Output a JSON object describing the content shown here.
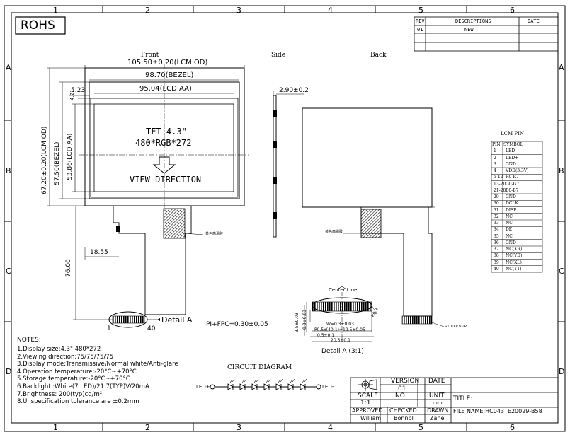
{
  "frame": {
    "col_numbers": [
      "1",
      "2",
      "3",
      "4",
      "5",
      "6"
    ],
    "row_letters": [
      "A",
      "B",
      "C",
      "D"
    ]
  },
  "rohs": "ROHS",
  "revision": {
    "headers": [
      "REV",
      "DESCRIPTIONS",
      "DATE"
    ],
    "rows": [
      [
        "01",
        "NEW",
        ""
      ]
    ]
  },
  "views": {
    "front": "Front",
    "side": "Side",
    "back": "Back"
  },
  "dims": {
    "lcm_od_w": "105.50±0.20(LCM OD)",
    "bezel_w": "98.70(BEZEL)",
    "lcd_aa_w": "95.04(LCD AA)",
    "left_off": "5.23",
    "top_off": "4.21",
    "lcm_od_h": "67.20±0.20(LCM OD)",
    "bezel_h": "57.50(BEZEL)",
    "lcd_aa_h": "53.86(LCD AA)",
    "fpc_off": "18.55",
    "total_len": "76.00",
    "thickness": "2.90±0.2",
    "pi_fpc": "PI+FPC=0.30±0.05",
    "pin_1": "1",
    "pin_40": "40",
    "detail_a": "Detail A"
  },
  "panel": {
    "line1": "TFT 4.3\"",
    "line2": "480*RGB*272",
    "view_dir": "VIEW DIRECTION"
  },
  "detail": {
    "center_line": "Center Line",
    "w": "W=0.3±0.03",
    "pitch": "P0.5x(40-1)=19.5±0.05",
    "p05": "0.5±0.1",
    "len": "20.5±0.1",
    "h1": "3.5±0.03",
    "h2": "0.3±0.03",
    "r": "R0.2",
    "title": "Detail A (3:1)",
    "stiffener": "STIFFENER",
    "adhesive_front": "黄色高温胶",
    "adhesive_back": "黄色高温胶"
  },
  "pin_table": {
    "title": "LCM PIN",
    "headers": [
      "PIN",
      "SYMBOL"
    ],
    "rows": [
      [
        "1",
        "LED-"
      ],
      [
        "2",
        "LED+"
      ],
      [
        "3",
        "GND"
      ],
      [
        "4",
        "VDD(3.3V)"
      ],
      [
        "5-12",
        "R0-R7"
      ],
      [
        "13-20",
        "G0-G7"
      ],
      [
        "21-28",
        "B0-B7"
      ],
      [
        "29",
        "GND"
      ],
      [
        "30",
        "DCLK"
      ],
      [
        "31",
        "DISP"
      ],
      [
        "32",
        "NC"
      ],
      [
        "33",
        "NC"
      ],
      [
        "34",
        "DE"
      ],
      [
        "35",
        "NC"
      ],
      [
        "36",
        "GND"
      ],
      [
        "37",
        "NC(XR)"
      ],
      [
        "38",
        "NC(YD)"
      ],
      [
        "39",
        "NC(XL)"
      ],
      [
        "40",
        "NC(YT)"
      ]
    ]
  },
  "notes": {
    "title": "NOTES:",
    "items": [
      "1.Display size:4.3\" 480*272",
      "2.Viewing direction:75/75/75/75",
      "3.Display mode:Transmissive/Normal white/Anti-glare",
      "4.Operation temperature:-20°C~+70°C",
      "5.Storage temperature:-20°C~+70°C",
      "6.Backlight :White(7 LED)/21.7(TYP)V/20mA",
      "7.Brightness: 200(typ)cd/m²",
      "8.Unspecification tolerance are ±0.2mm"
    ]
  },
  "circuit": {
    "title": "CIRCUIT DIAGRAM",
    "led_plus": "LED+",
    "led_minus": "LED-"
  },
  "title_block": {
    "version_label": "VERSION",
    "version": "01",
    "date_label": "DATE",
    "scale_label": "SCALE",
    "scale": "1:1",
    "no_label": "NO.",
    "unit_label": "UNIT",
    "unit": "mm",
    "title_label": "TITLE:",
    "approved_label": "APPROVED",
    "checked_label": "CHECKED",
    "drawn_label": "DRAWN",
    "approved": "William",
    "checked": "Bonnbl",
    "drawn": "Zane",
    "file_name": "FILE NAME:HC043TE20029-B58"
  }
}
